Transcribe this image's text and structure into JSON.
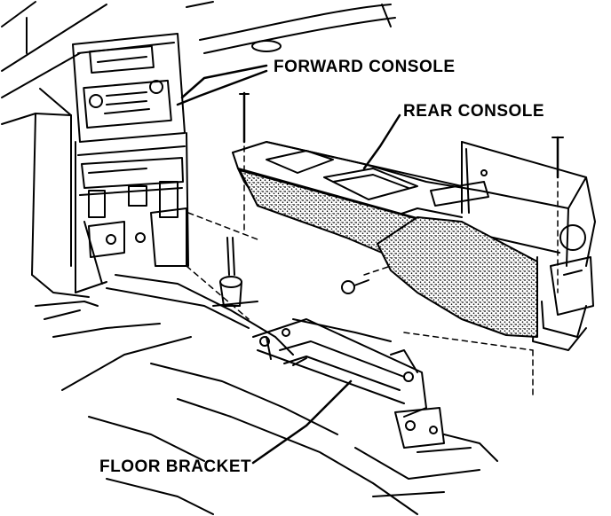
{
  "labels": {
    "forward_console": "FORWARD CONSOLE",
    "rear_console": "REAR CONSOLE",
    "floor_bracket": "FLOOR BRACKET"
  },
  "colors": {
    "ink": "#000000",
    "paper": "#ffffff"
  }
}
